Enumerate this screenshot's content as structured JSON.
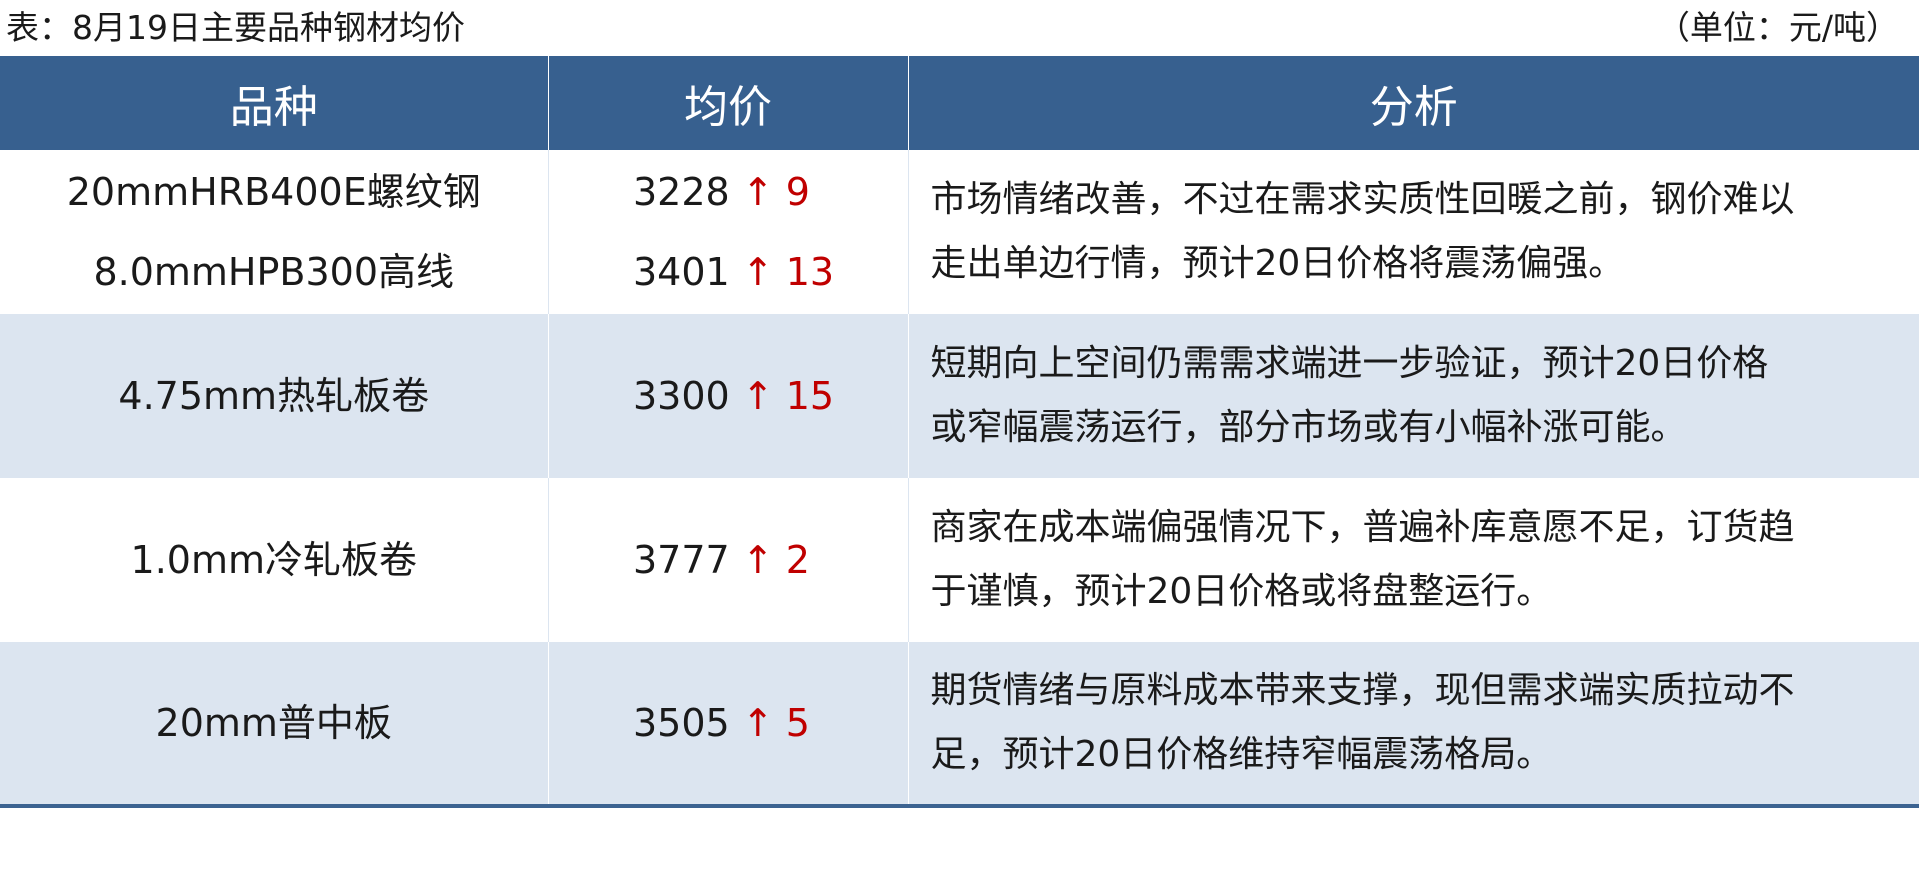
{
  "caption": {
    "title": "表：8月19日主要品种钢材均价",
    "unit": "（单位：元/吨）"
  },
  "table": {
    "headers": [
      "品种",
      "均价",
      "分析"
    ],
    "rows": [
      {
        "products": [
          "20mmHRB400E螺纹钢",
          "8.0mmHPB300高线"
        ],
        "prices": [
          {
            "value": "3228",
            "arrow": "↑",
            "change": "9"
          },
          {
            "value": "3401",
            "arrow": "↑",
            "change": "13"
          }
        ],
        "analysis_lines": [
          "市场情绪改善，不过在需求实质性回暖之前，钢价难以",
          "走出单边行情，预计20日价格将震荡偏强。"
        ]
      },
      {
        "products": [
          "4.75mm热轧板卷"
        ],
        "prices": [
          {
            "value": "3300",
            "arrow": "↑",
            "change": "15"
          }
        ],
        "analysis_lines": [
          "短期向上空间仍需需求端进一步验证，预计20日价格",
          "或窄幅震荡运行，部分市场或有小幅补涨可能。"
        ]
      },
      {
        "products": [
          "1.0mm冷轧板卷"
        ],
        "prices": [
          {
            "value": "3777",
            "arrow": "↑",
            "change": "2"
          }
        ],
        "analysis_lines": [
          "商家在成本端偏强情况下，普遍补库意愿不足，订货趋",
          "于谨慎，预计20日价格或将盘整运行。"
        ]
      },
      {
        "products": [
          "20mm普中板"
        ],
        "prices": [
          {
            "value": "3505",
            "arrow": "↑",
            "change": "5"
          }
        ],
        "analysis_lines": [
          "期货情绪与原料成本带来支撑，现但需求端实质拉动不",
          "足，预计20日价格维持窄幅震荡格局。"
        ]
      }
    ]
  },
  "colors": {
    "header_bg": "#37608f",
    "row_alt_bg": "#dce5f0",
    "increase_red": "#c00000"
  }
}
